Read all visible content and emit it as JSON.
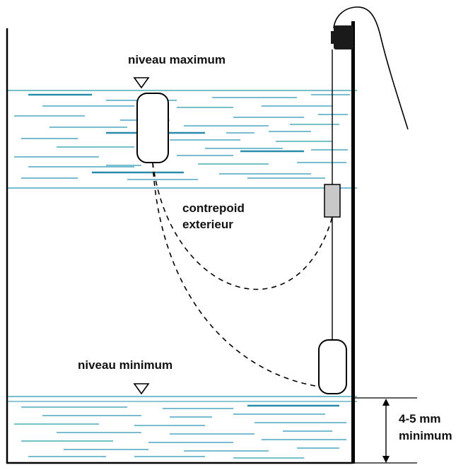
{
  "labels": {
    "niveau_maximum": "niveau maximum",
    "contrepoid_line1": "contrepoid",
    "contrepoid_line2": "exterieur",
    "niveau_minimum": "niveau minimum",
    "dimension_line1": "4-5 mm",
    "dimension_line2": "minimum"
  },
  "colors": {
    "water": "#4aa8c4",
    "water_dark": "#2a8cab",
    "outline": "#000000",
    "counterweight": "#c8c8c8"
  }
}
